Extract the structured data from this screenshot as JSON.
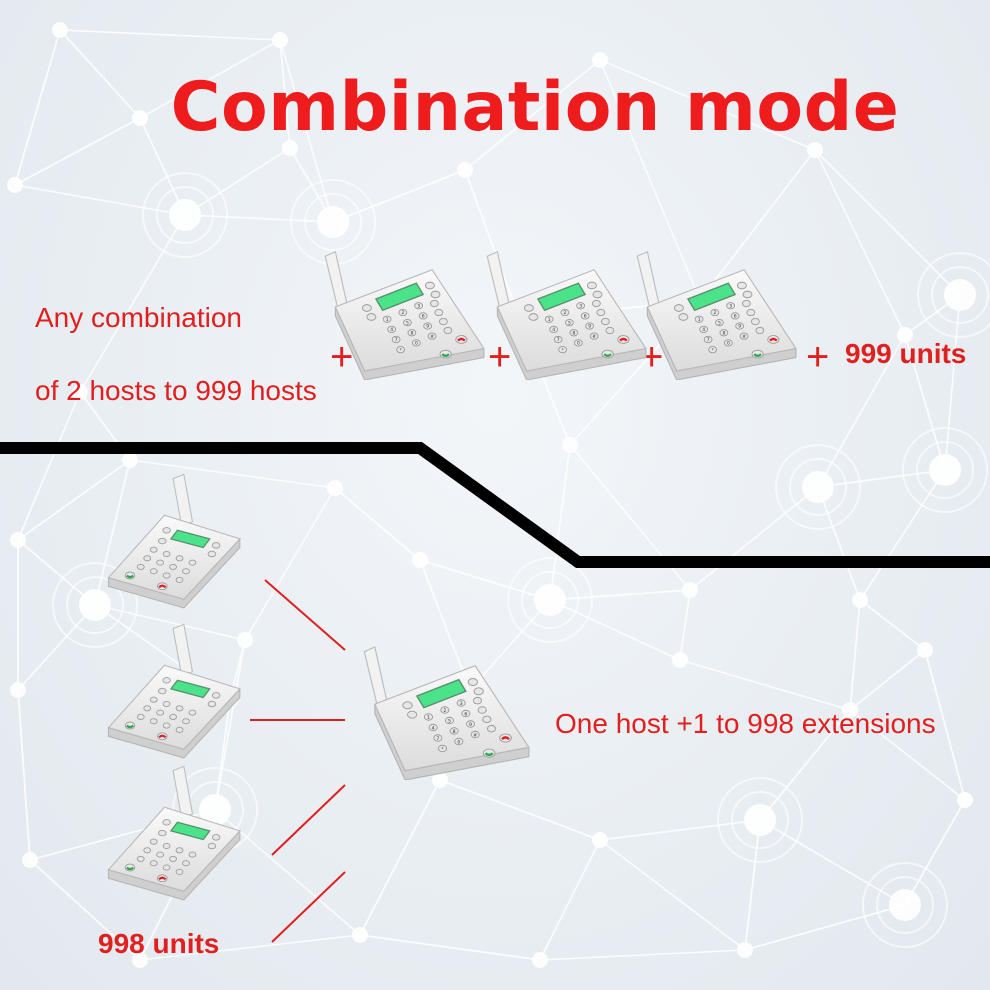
{
  "title": "Combination mode",
  "top_section": {
    "caption_line1": "Any combination",
    "caption_line2": "of 2 hosts to 999 hosts",
    "plus_symbol": "+",
    "units_label": "999 units"
  },
  "bottom_section": {
    "host_caption": "One host +1 to 998 extensions",
    "units_label": "998 units"
  },
  "colors": {
    "accent_red": "#e0201e",
    "title_red": "#ee1c1c",
    "screen_green": "#4be38a",
    "divider_black": "#000000"
  },
  "icons": [
    "pager-base-station-icon",
    "call-answer-icon",
    "call-end-icon"
  ]
}
